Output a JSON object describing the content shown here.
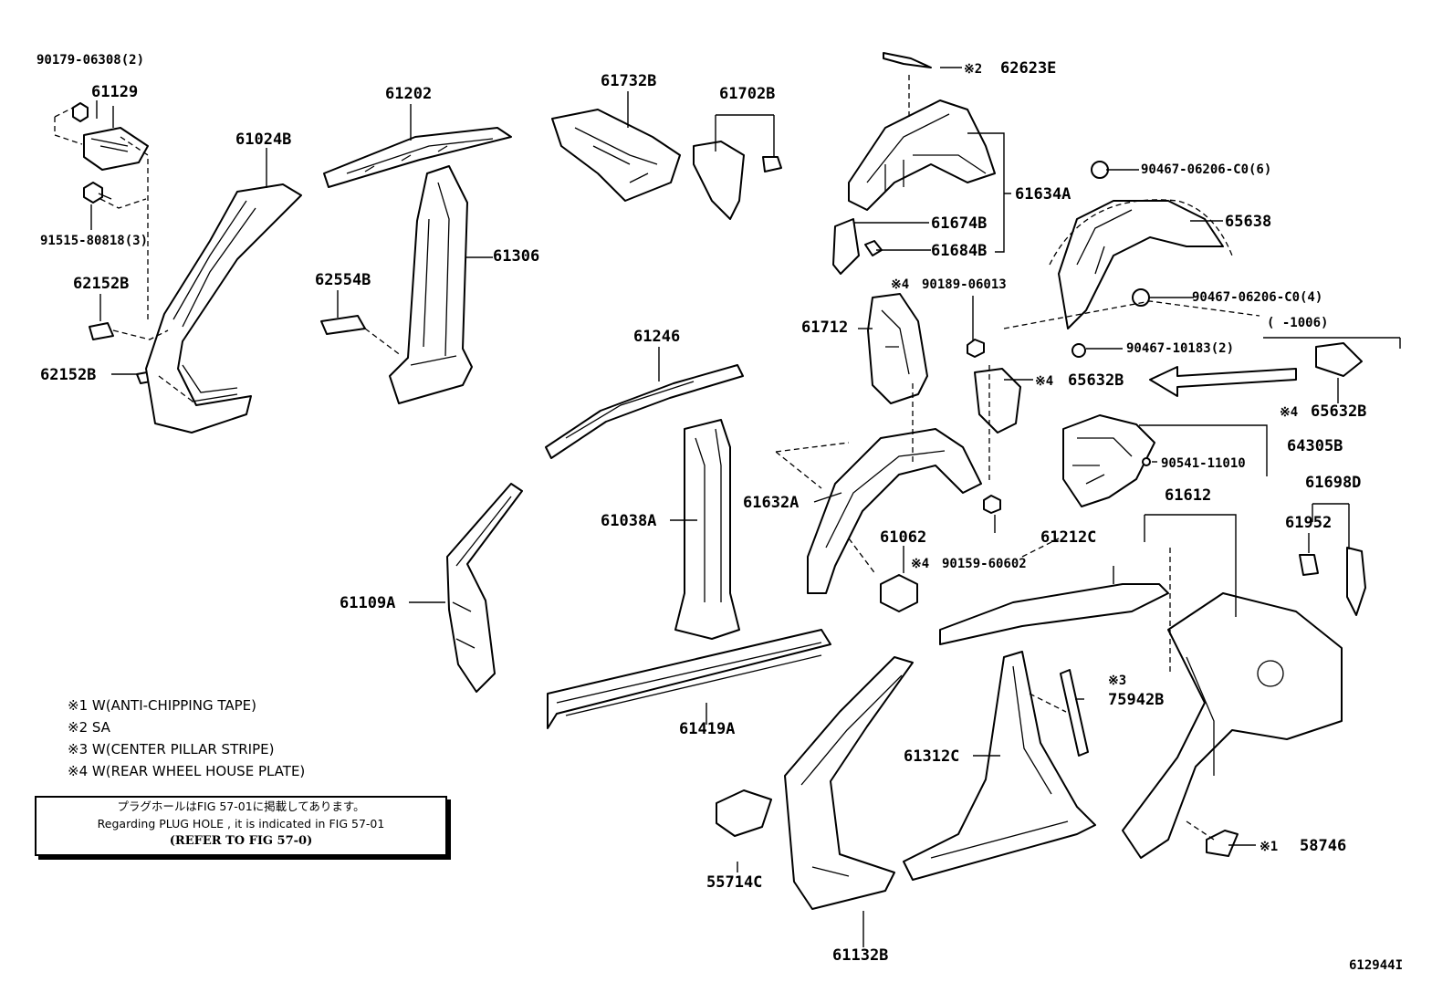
{
  "parts": [
    {
      "id": "p1",
      "label": "90179-06308(2)"
    },
    {
      "id": "p2",
      "label": "61129"
    },
    {
      "id": "p3",
      "label": "91515-80818(3)"
    },
    {
      "id": "p4",
      "label": "62152B"
    },
    {
      "id": "p5",
      "label": "62152B"
    },
    {
      "id": "p6",
      "label": "61024B"
    },
    {
      "id": "p7",
      "label": "61202"
    },
    {
      "id": "p8",
      "label": "61306"
    },
    {
      "id": "p9",
      "label": "62554B"
    },
    {
      "id": "p10",
      "label": "61732B"
    },
    {
      "id": "p11",
      "label": "61702B"
    },
    {
      "id": "p12",
      "label": "62623E",
      "mark": "※2"
    },
    {
      "id": "p13",
      "label": "61634A"
    },
    {
      "id": "p14",
      "label": "61674B"
    },
    {
      "id": "p15",
      "label": "61684B"
    },
    {
      "id": "p16",
      "label": "90467-06206-C0(6)"
    },
    {
      "id": "p17",
      "label": "65638"
    },
    {
      "id": "p18",
      "label": "90467-06206-C0(4)"
    },
    {
      "id": "p19",
      "label": "90189-06013",
      "mark": "※4"
    },
    {
      "id": "p20",
      "label": "61712"
    },
    {
      "id": "p21",
      "label": "90467-10183(2)"
    },
    {
      "id": "p22",
      "label": "65632B",
      "mark": "※4"
    },
    {
      "id": "p23",
      "label": "65632B",
      "mark": "※4"
    },
    {
      "id": "p24",
      "label": "64305B"
    },
    {
      "id": "p25",
      "label": "90541-11010"
    },
    {
      "id": "p26",
      "label": "61246"
    },
    {
      "id": "p27",
      "label": "61632A"
    },
    {
      "id": "p28",
      "label": "61062"
    },
    {
      "id": "p29",
      "label": "90159-60602",
      "mark": "※4"
    },
    {
      "id": "p30",
      "label": "61612"
    },
    {
      "id": "p31",
      "label": "61698D"
    },
    {
      "id": "p32",
      "label": "61952"
    },
    {
      "id": "p33",
      "label": "61038A"
    },
    {
      "id": "p34",
      "label": "61212C"
    },
    {
      "id": "p35",
      "label": "61109A"
    },
    {
      "id": "p36",
      "label": "61419A"
    },
    {
      "id": "p37",
      "label": "75942B",
      "mark": "※3"
    },
    {
      "id": "p38",
      "label": "61312C"
    },
    {
      "id": "p39",
      "label": "58746",
      "mark": "※1"
    },
    {
      "id": "p40",
      "label": "55714C"
    },
    {
      "id": "p41",
      "label": "61132B"
    }
  ],
  "range_note": "(    -1006)",
  "legend": [
    "※1 W(ANTI-CHIPPING TAPE)",
    "※2 SA",
    "※3 W(CENTER PILLAR STRIPE)",
    "※4 W(REAR WHEEL HOUSE PLATE)"
  ],
  "notice": {
    "line1": "プラグホールはFIG 57-01に掲載してあります。",
    "line2": "Regarding  PLUG  HOLE , it is indicated in FIG  57-01",
    "line3": "(REFER TO FIG 57-0)"
  },
  "figure_id": "612944I"
}
